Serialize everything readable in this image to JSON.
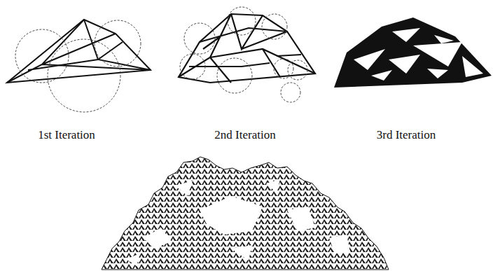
{
  "diagram": {
    "labels": [
      "1st Iteration",
      "2nd Iteration",
      "3rd Iteration"
    ]
  }
}
